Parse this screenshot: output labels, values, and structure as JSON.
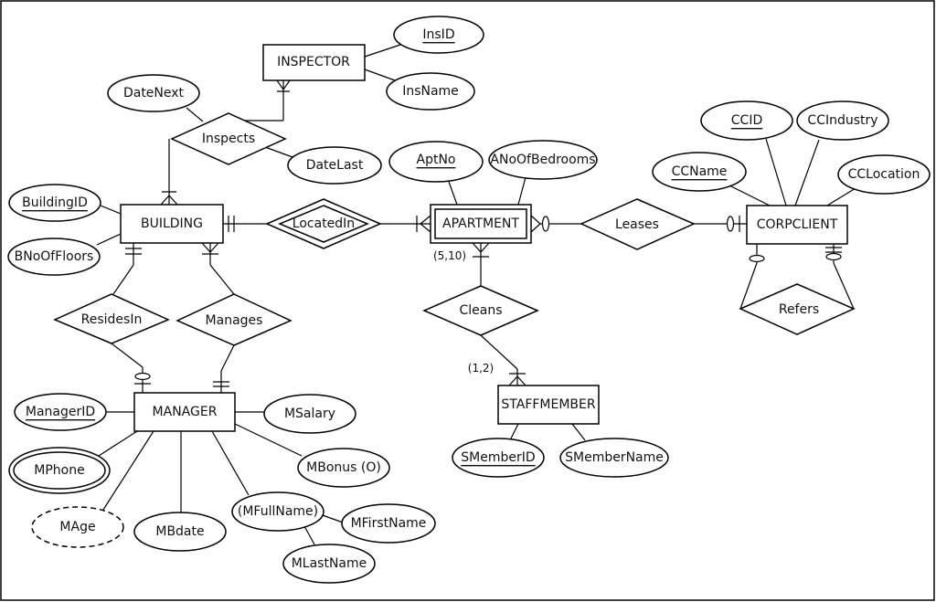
{
  "entities": {
    "inspector": "INSPECTOR",
    "building": "BUILDING",
    "apartment": "APARTMENT",
    "corpclient": "CORPCLIENT",
    "manager": "MANAGER",
    "staffmember": "STAFFMEMBER"
  },
  "relationships": {
    "inspects": "Inspects",
    "locatedin": "LocatedIn",
    "leases": "Leases",
    "refers": "Refers",
    "residesin": "ResidesIn",
    "manages": "Manages",
    "cleans": "Cleans"
  },
  "attributes": {
    "insid": "InsID",
    "insname": "InsName",
    "datenext": "DateNext",
    "datelast": "DateLast",
    "buildingid": "BuildingID",
    "bnooffloors": "BNoOfFloors",
    "aptno": "AptNo",
    "anoofbedrooms": "ANoOfBedrooms",
    "ccid": "CCID",
    "ccindustry": "CCIndustry",
    "ccname": "CCName",
    "cclocation": "CCLocation",
    "managerid": "ManagerID",
    "msalary": "MSalary",
    "mphone": "MPhone",
    "mbonus": "MBonus (O)",
    "mage": "MAge",
    "mbdate": "MBdate",
    "mfullname": "(MFullName)",
    "mfirstname": "MFirstName",
    "mlastname": "MLastName",
    "smemberid": "SMemberID",
    "smembername": "SMemberName"
  },
  "cardinality_labels": {
    "apartment_cleans": "(5,10)",
    "staffmember_cleans": "(1,2)"
  }
}
